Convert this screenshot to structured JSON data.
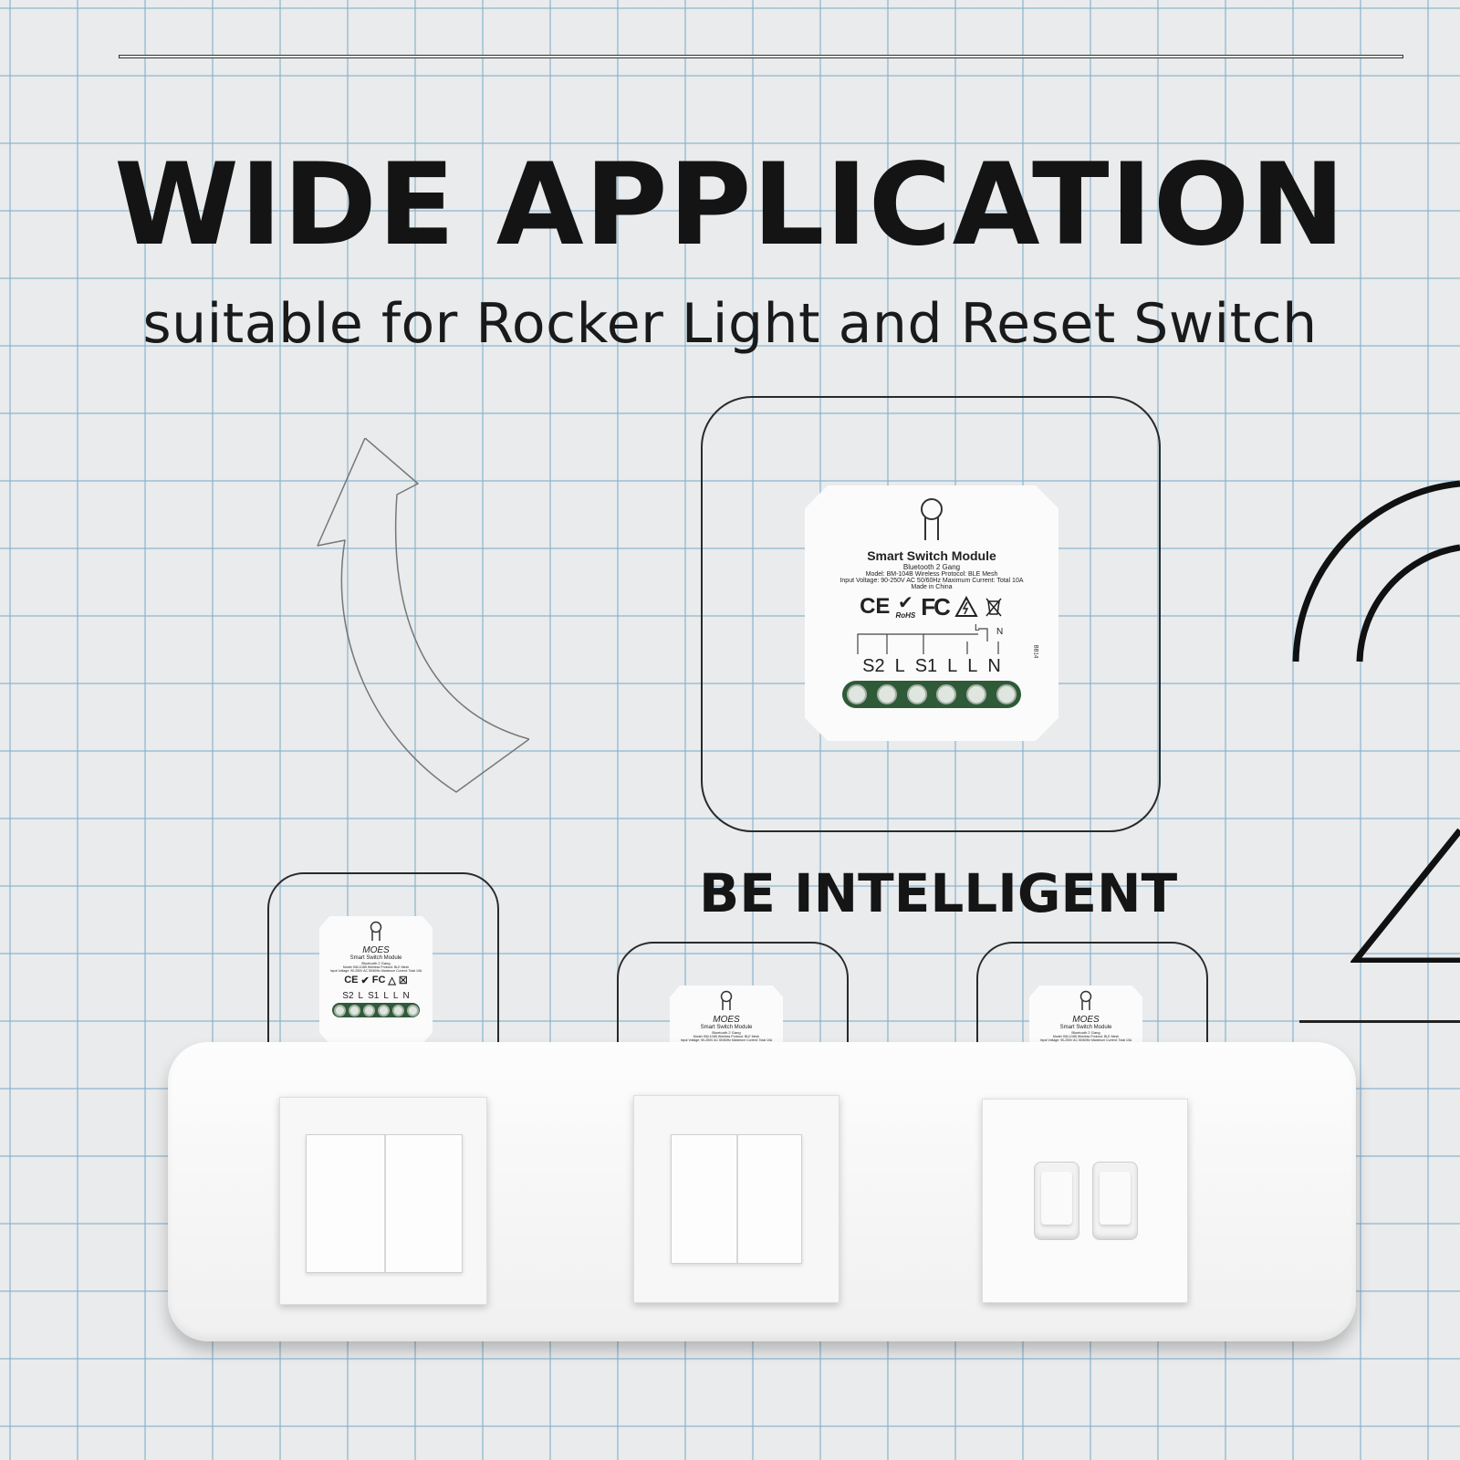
{
  "headline": "WIDE APPLICATION",
  "subline": "suitable for Rocker Light and Reset Switch",
  "tagline": "BE INTELLIGENT",
  "module_large": {
    "title": "Smart Switch Module",
    "subtitle": "Bluetooth 2 Gang",
    "spec_line_1": "Model: BM-104B   Wireless Protocol: BLE Mesh",
    "spec_line_2": "Input Voltage: 90-250V AC 50/60Hz   Maximum Current: Total 10A",
    "origin": "Made in China",
    "cert_ce": "CE",
    "cert_rohs": "RoHS",
    "cert_fc": "FC",
    "wiring_l": "L",
    "wiring_n": "N",
    "side_code": "BB14",
    "terminals": [
      "S2",
      "L",
      "S1",
      "L",
      "L",
      "N"
    ]
  },
  "module_small_1": {
    "brand": "MOES",
    "title": "Smart Switch Module",
    "subtitle": "Bluetooth 2 Gang",
    "spec_line_1": "Model: BM-104B   Wireless Protocol: BLE Mesh",
    "spec_line_2": "Input Voltage: 90-250V AC 50/60Hz   Maximum Current: Total 10A",
    "cert_ce": "CE",
    "cert_fc": "FC",
    "terminals": [
      "S2",
      "L",
      "S1",
      "L",
      "L",
      "N"
    ]
  },
  "module_small_2": {
    "brand": "MOES",
    "title": "Smart Switch Module",
    "subtitle": "Bluetooth 2 Gang",
    "spec_line_1": "Model: BM-104B   Wireless Protocol: BLE Mesh",
    "spec_line_2": "Input Voltage: 90-250V AC 50/60Hz   Maximum Current: Total 10A"
  },
  "module_small_3": {
    "brand": "MOES",
    "title": "Smart Switch Module",
    "subtitle": "Bluetooth 2 Gang",
    "spec_line_1": "Model: BM-104B   Wireless Protocol: BLE Mesh",
    "spec_line_2": "Input Voltage: 90-250V AC 50/60Hz   Maximum Current: Total 10A"
  },
  "switches": [
    "2-gang rocker switch",
    "2-gang rocker switch",
    "2-gang toggle switch"
  ],
  "colors": {
    "grid_line": "#82afcd",
    "background": "#e9ebec",
    "text": "#141414",
    "terminal_block": "#2f5a37"
  },
  "icons": [
    "curved-arrow-icon",
    "wifi-arc-icon",
    "triangle-icon",
    "ce-mark-icon",
    "check-mark-icon",
    "warning-triangle-icon",
    "weee-bin-icon"
  ]
}
